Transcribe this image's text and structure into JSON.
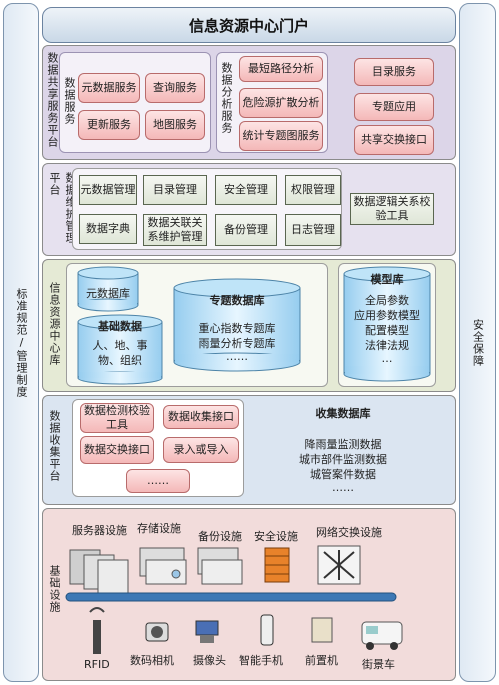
{
  "title": "信息资源中心门户",
  "left_sidebar": "标准规范/管理制度",
  "right_sidebar": "安全保障",
  "share_platform": {
    "label": "数据共享服务平台",
    "data_service": {
      "label": "数据服务",
      "items": [
        "元数据服务",
        "查询服务",
        "更新服务",
        "地图服务"
      ]
    },
    "analysis_service": {
      "label": "数据分析服务",
      "items": [
        "最短路径分析",
        "危险源扩散分析",
        "统计专题图服务"
      ]
    },
    "other_items": [
      "目录服务",
      "专题应用",
      "共享交换接口"
    ]
  },
  "maintenance_platform": {
    "label": "数据维护管理平台",
    "items": [
      "元数据管理",
      "目录管理",
      "安全管理",
      "权限管理",
      "数据字典",
      "数据关联关系维护管理",
      "备份管理",
      "日志管理"
    ],
    "extra": "数据逻辑关系校验工具"
  },
  "resource_center": {
    "label": "信息资源中心库",
    "metadata_db": "元数据库",
    "base_db": {
      "title": "基础数据",
      "body": "人、地、事物、组织"
    },
    "thematic_db": {
      "title": "专题数据库",
      "lines": [
        "重心指数专题库",
        "雨量分析专题库"
      ],
      "more": "……"
    },
    "model_db": {
      "title": "模型库",
      "lines": [
        "全局参数",
        "应用参数模型",
        "配置模型",
        "法律法规"
      ],
      "more": "…"
    }
  },
  "collection_platform": {
    "label": "数据收集平台",
    "items": [
      "数据检测校验工具",
      "数据收集接口",
      "数据交换接口",
      "录入或导入",
      "……"
    ],
    "collect_db": {
      "title": "收集数据库",
      "lines": [
        "降雨量监测数据",
        "城市部件监测数据",
        "城管案件数据"
      ],
      "more": "……"
    }
  },
  "infrastructure": {
    "label": "基础设施",
    "top": [
      "服务器设施",
      "存储设施",
      "备份设施",
      "安全设施",
      "网络交换设施"
    ],
    "bottom": [
      "RFID",
      "数码相机",
      "摄像头",
      "智能手机",
      "前置机",
      "街景车"
    ]
  }
}
